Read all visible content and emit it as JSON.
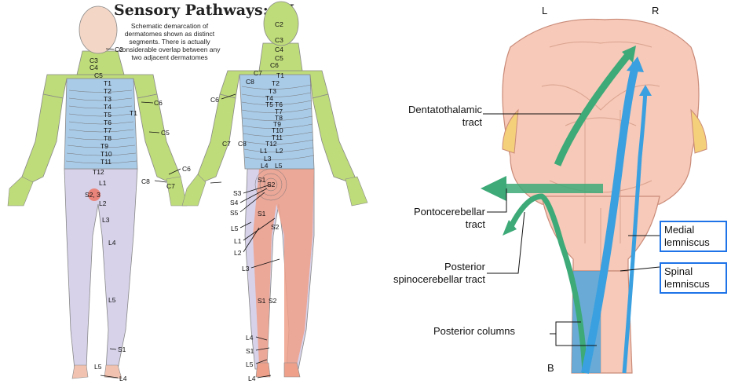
{
  "left_figure": {
    "title": "Sensory Pathways:  III",
    "subtitle": "Schematic demarcation of dermatomes shown as distinct segments. There is actually considerable overlap between any two adjacent dermatomes",
    "front_labels": [
      "C2",
      "C3",
      "C4",
      "C5",
      "T1",
      "T2",
      "T3",
      "T4",
      "T5",
      "T6",
      "T7",
      "T8",
      "T9",
      "T10",
      "T11",
      "T12",
      "L1",
      "S2, 3",
      "L2",
      "L3",
      "L4",
      "L5",
      "S1",
      "L5",
      "L4",
      "C6",
      "T1",
      "C5",
      "C6",
      "C8",
      "C7"
    ],
    "back_labels": [
      "C2",
      "C3",
      "C4",
      "C5",
      "C6",
      "C7",
      "C8",
      "T1",
      "T2",
      "T3",
      "T4",
      "T5",
      "T6",
      "T7",
      "T8",
      "T9",
      "T10",
      "T11",
      "T12",
      "L1",
      "L2",
      "L3",
      "L4",
      "L5",
      "S1",
      "S2",
      "S3",
      "S4",
      "S5",
      "S1",
      "S2",
      "L5",
      "L1",
      "L2",
      "L3",
      "S1",
      "S2",
      "L4",
      "S1",
      "L5",
      "L4",
      "C6",
      "C7",
      "C8"
    ]
  },
  "right_figure": {
    "side_left": "L",
    "side_right": "R",
    "bottom": "B",
    "labels": {
      "dentatothalamic": "Dentatothalamic\ntract",
      "pontocerebellar": "Pontocerebellar\ntract",
      "posterior_spinocerebellar": "Posterior\nspinocerebellar tract",
      "posterior_columns": "Posterior columns",
      "medial_lemniscus": "Medial\nlemniscus",
      "spinal_lemniscus": "Spinal\nlemniscus"
    },
    "colors": {
      "green_tract": "#3daa78",
      "blue_tract": "#3aa0e0",
      "box_border": "#1e73e8",
      "brain_fill": "#f7c9b8"
    }
  }
}
